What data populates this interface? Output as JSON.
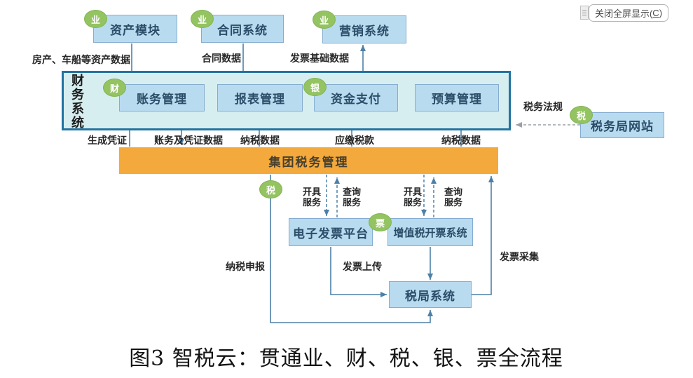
{
  "colors": {
    "node_blue_fill": "#b9dbf0",
    "node_blue_border": "#85add0",
    "node_text": "#2b4d68",
    "finance_container_fill": "#d7eef1",
    "finance_container_border": "#2273a0",
    "group_tax_orange": "#f4a93c",
    "badge_green": "#94c362",
    "flow_line_blue": "#4d80a8",
    "dashed_gray": "#9aa0a6"
  },
  "fullscreen_button": {
    "prefix": "关闭全屏显示(",
    "key": "C",
    "suffix": ")"
  },
  "badges": {
    "business": "业",
    "finance": "财",
    "bank": "银",
    "tax": "税",
    "invoice": "票"
  },
  "top_systems": {
    "asset": "资产模块",
    "contract": "合同系统",
    "marketing": "营销系统"
  },
  "finance_system": {
    "title": "财务系统",
    "accounting": "账务管理",
    "reporting": "报表管理",
    "payment": "资金支付",
    "budget": "预算管理"
  },
  "group_tax": {
    "label": "集团税务管理"
  },
  "tax_bureau_website": {
    "label": "税务局网站"
  },
  "invoice_platforms": {
    "e_invoice": "电子发票平台",
    "vat_invoicing": "增值税开票系统",
    "tax_office": "税局系统"
  },
  "flow_labels": {
    "asset_data": "房产、车船等资产数据",
    "contract_data": "合同数据",
    "invoice_base_data": "发票基础数据",
    "generate_voucher": "生成凭证",
    "accounting_voucher_data": "账务及凭证数据",
    "tax_data_left": "纳税数据",
    "tax_payable": "应缴税款",
    "tax_data_right": "纳税数据",
    "tax_regulations": "税务法规",
    "issue_service_1": "开具\n服务",
    "query_service_1": "查询\n服务",
    "issue_service_2": "开具\n服务",
    "query_service_2": "查询\n服务",
    "tax_filing": "纳税申报",
    "invoice_upload": "发票上传",
    "invoice_collection": "发票采集"
  },
  "caption": "图3 智税云：贯通业、财、税、银、票全流程"
}
